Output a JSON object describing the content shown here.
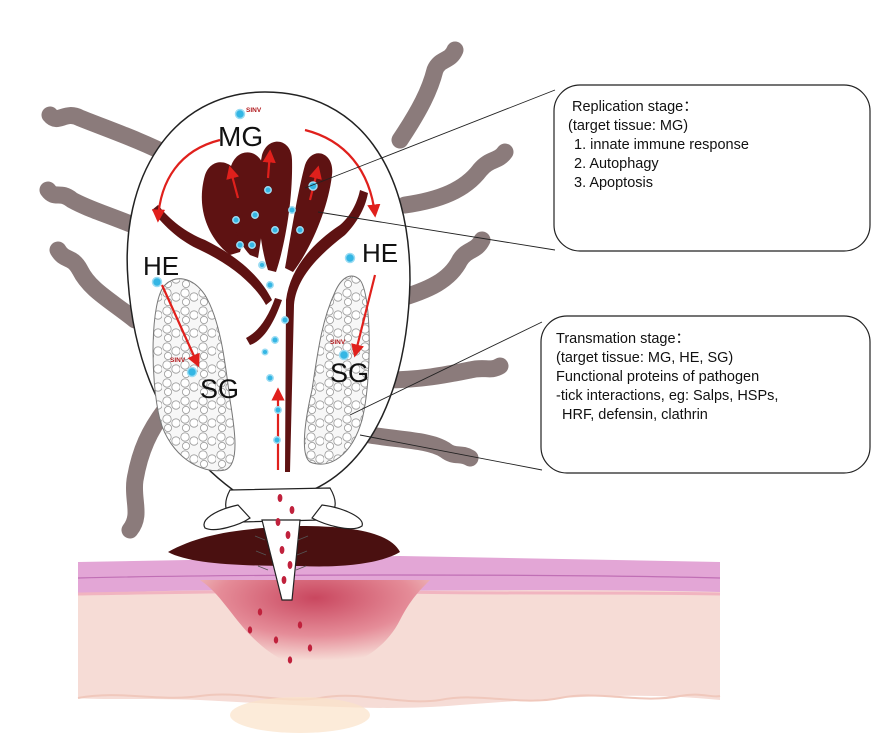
{
  "labels": {
    "mg": "MG",
    "he_left": "HE",
    "he_right": "HE",
    "sg_left": "SG",
    "sg_right": "SG",
    "sinv_top": "SINV",
    "sinv_left": "SINV",
    "sinv_right": "SINV"
  },
  "replication": {
    "title": "Replication stage：",
    "target": "(target tissue: MG)",
    "items": [
      "1. innate immune response",
      "2. Autophagy",
      "3. Apoptosis"
    ]
  },
  "transmission": {
    "title": "Transmation stage：",
    "target": "(target tissue: MG, HE, SG)",
    "line1": "Functional proteins of pathogen",
    "line2": "-tick interactions, eg: Salps, HSPs,",
    "line3": "HRF, defensin, clathrin"
  },
  "colors": {
    "gut": "#5e1212",
    "arrow": "#e0201c",
    "virus": "#34b6e4",
    "leg": "#8b7b7b",
    "skin_top": "#e3a6d6",
    "skin": "#f6dcd6",
    "wound": "#d76f7e"
  }
}
